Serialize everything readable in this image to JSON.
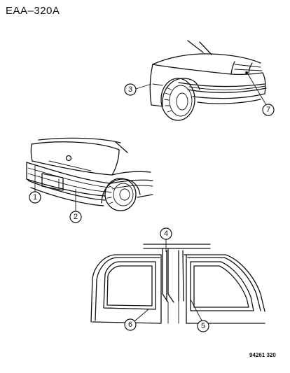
{
  "diagram": {
    "code": "EAA–320A",
    "figure_number": "94261 320"
  },
  "callouts": [
    {
      "id": "1",
      "label": "1"
    },
    {
      "id": "2",
      "label": "2"
    },
    {
      "id": "3",
      "label": "3"
    },
    {
      "id": "4",
      "label": "4"
    },
    {
      "id": "5",
      "label": "5"
    },
    {
      "id": "6",
      "label": "6"
    },
    {
      "id": "7",
      "label": "7"
    }
  ],
  "views": [
    "front-corner-view",
    "rear-corner-view",
    "door-window-view"
  ]
}
